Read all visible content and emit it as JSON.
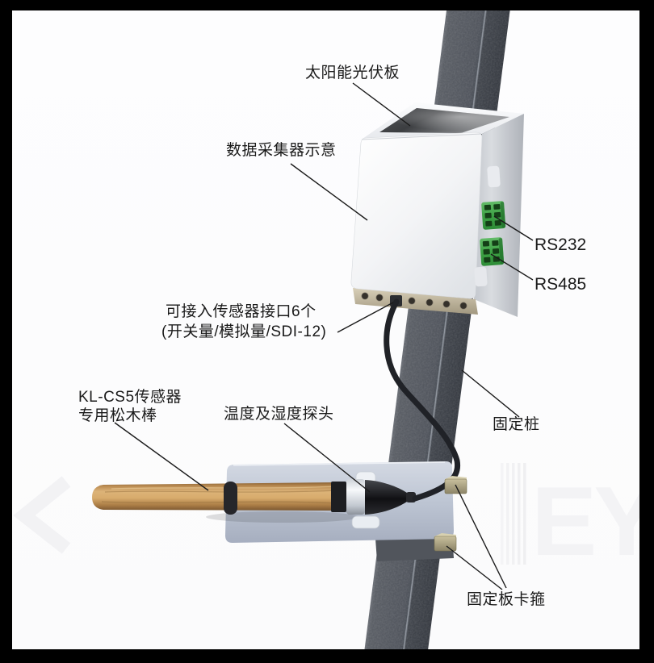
{
  "figure": {
    "labels": {
      "solar_panel": "太阳能光伏板",
      "data_logger": "数据采集器示意",
      "rs232": "RS232",
      "rs485": "RS485",
      "sensor_ports_line1": "可接入传感器接口6个",
      "sensor_ports_line2": "(开关量/模拟量/SDI-12)",
      "wood_rod_line1": "KL-CS5传感器",
      "wood_rod_line2": "专用松木棒",
      "probe": "温度及湿度探头",
      "post": "固定桩",
      "plate_clamp": "固定板卡箍"
    },
    "watermark": {
      "right_text": "EY"
    },
    "colors": {
      "background": "#fcfcfd",
      "frame": "#000000",
      "pole": "#565a61",
      "enclosure": "#f2f3f6",
      "solar_panel": "#44464a",
      "connector_green": "#3da144",
      "mount_plate": "#bac2d1",
      "wood": "#c99a5d",
      "cable": "#202227",
      "clamp_tan": "#b3aa87",
      "label_text": "#1a1a1a"
    }
  }
}
